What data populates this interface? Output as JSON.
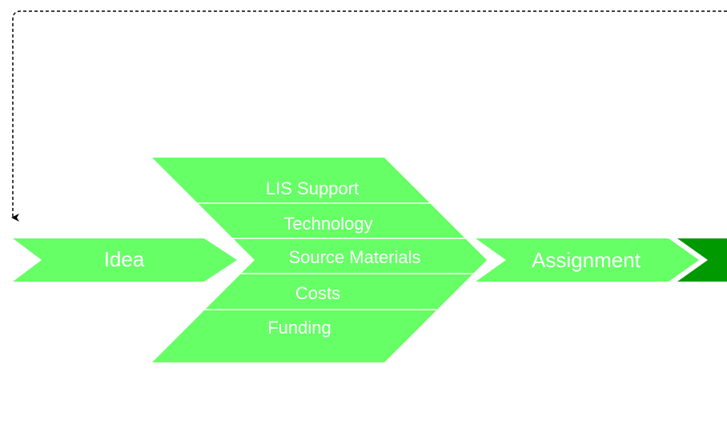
{
  "colors": {
    "shape_fill": "#66ff66",
    "dark_fill": "#009900",
    "divider": "#ffffff",
    "label": "#ffffff",
    "feedback_arrow": "#000000"
  },
  "stages": {
    "idea": {
      "label": "Idea"
    },
    "assignment": {
      "label": "Assignment"
    }
  },
  "requirements": [
    {
      "label": "LIS Support"
    },
    {
      "label": "Technology"
    },
    {
      "label": "Source Materials"
    },
    {
      "label": "Costs"
    },
    {
      "label": "Funding"
    }
  ]
}
